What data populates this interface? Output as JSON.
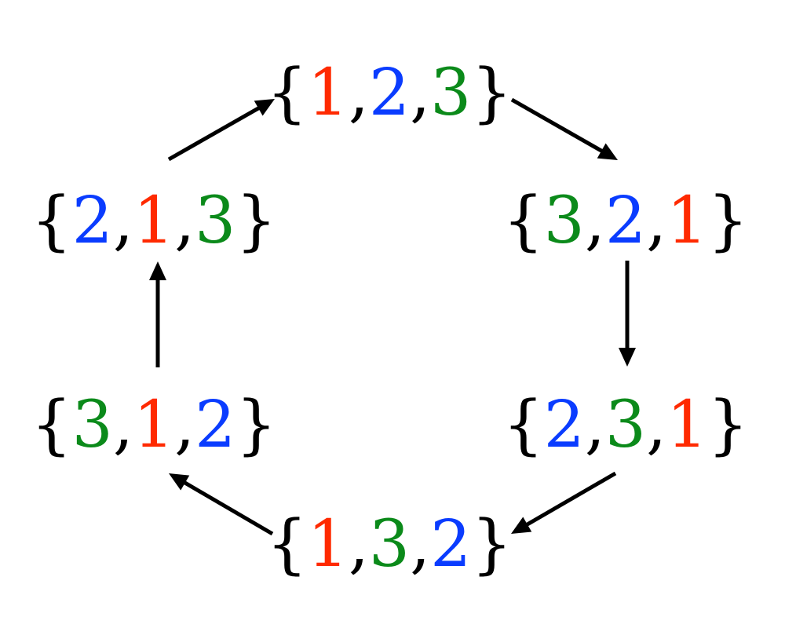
{
  "colors": {
    "1": "#ff2a00",
    "2": "#0a3cff",
    "3": "#0b8a1a",
    "bracket": "#000000",
    "arrow": "#000000"
  },
  "nodes": [
    {
      "id": "n123",
      "open": "{",
      "close": "}",
      "sep": ",",
      "digits": [
        "1",
        "2",
        "3"
      ]
    },
    {
      "id": "n321",
      "open": "{",
      "close": "}",
      "sep": ",",
      "digits": [
        "3",
        "2",
        "1"
      ]
    },
    {
      "id": "n231",
      "open": "{",
      "close": "}",
      "sep": ",",
      "digits": [
        "2",
        "3",
        "1"
      ]
    },
    {
      "id": "n132",
      "open": "{",
      "close": "}",
      "sep": ",",
      "digits": [
        "1",
        "3",
        "2"
      ]
    },
    {
      "id": "n312",
      "open": "{",
      "close": "}",
      "sep": ",",
      "digits": [
        "3",
        "1",
        "2"
      ]
    },
    {
      "id": "n213",
      "open": "{",
      "close": "}",
      "sep": ",",
      "digits": [
        "2",
        "1",
        "3"
      ]
    }
  ],
  "edges": [
    {
      "from": "n123",
      "to": "n321"
    },
    {
      "from": "n321",
      "to": "n231"
    },
    {
      "from": "n231",
      "to": "n132"
    },
    {
      "from": "n132",
      "to": "n312"
    },
    {
      "from": "n312",
      "to": "n213"
    },
    {
      "from": "n213",
      "to": "n123"
    }
  ]
}
